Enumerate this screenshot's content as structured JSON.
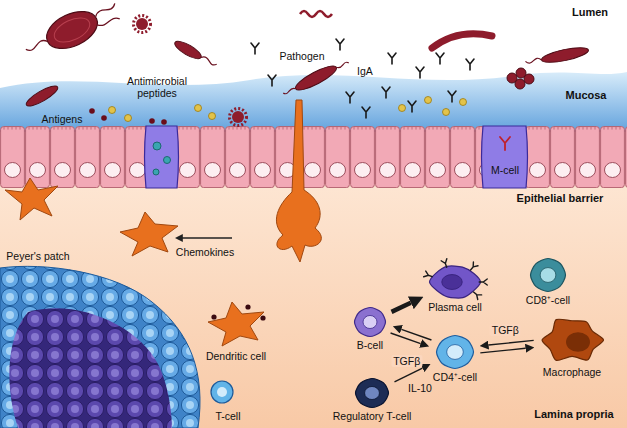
{
  "diagram": {
    "nodes": [
      {
        "text": [
          "Plasma cell"
        ]
      },
      {
        "text": [
          "CD8⁺-cell"
        ]
      },
      {
        "text": [
          "B-cell"
        ]
      },
      {
        "text": [
          "CD4⁺-cell"
        ]
      },
      {
        "text": [
          "Macrophage"
        ]
      },
      {
        "text": [
          "Regulatory T-cell"
        ]
      }
    ],
    "edges": [
      {
        "from": 2,
        "to": 0,
        "arrow": "to"
      },
      {
        "from": 2,
        "to": 3,
        "arrow": "to"
      },
      {
        "from": 3,
        "to": 2,
        "arrow": "to"
      },
      {
        "from": 4,
        "to": 3,
        "arrow": "to",
        "label": "TGFβ"
      },
      {
        "from": 3,
        "to": 4,
        "arrow": "to"
      },
      {
        "from": 5,
        "to": 3,
        "arrow": "to",
        "label": "TGFβ"
      }
    ],
    "labels": [
      "Lumen",
      "Pathogen",
      "IgA",
      "Antimicrobial peptides",
      "Mucosa",
      "Antigens",
      "M-cell",
      "Epithelial barrier",
      "Chemokines",
      "Peyer's patch",
      "Dendritic cell",
      "IL-10",
      "T-cell",
      "Lamina propria"
    ]
  }
}
